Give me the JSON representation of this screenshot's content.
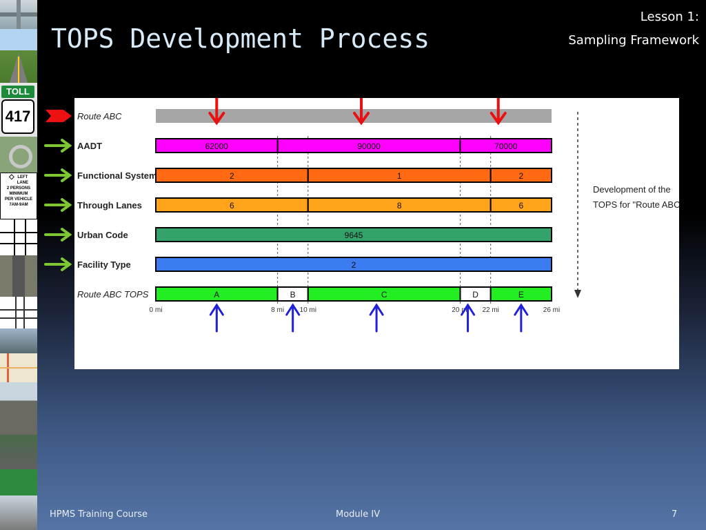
{
  "header": {
    "title": "TOPS Development Process",
    "lesson": "Lesson 1:",
    "subtitle": "Sampling Framework"
  },
  "sidebar": {
    "toll_sign": "TOLL",
    "route_number": "417",
    "lane_sign": [
      "LEFT",
      "LANE",
      "2 PERSONS",
      "MINIMUM",
      "PER VEHICLE",
      "7AM-9AM"
    ]
  },
  "diagram": {
    "axis_ticks": [
      {
        "mi": 0,
        "label": "0 mi"
      },
      {
        "mi": 8,
        "label": "8 mi"
      },
      {
        "mi": 10,
        "label": "10 mi"
      },
      {
        "mi": 20,
        "label": "20 mi"
      },
      {
        "mi": 22,
        "label": "22 mi"
      },
      {
        "mi": 26,
        "label": "26 mi"
      }
    ],
    "rows": [
      {
        "name": "route-abc",
        "label": "Route ABC",
        "italic": true,
        "bold": false,
        "color": "#a6a6a6",
        "marker": "red",
        "segments": [
          {
            "from": 0,
            "to": 26,
            "text": ""
          }
        ]
      },
      {
        "name": "aadt",
        "label": "AADT",
        "italic": false,
        "bold": true,
        "color": "#ff00ff",
        "marker": "green",
        "segments": [
          {
            "from": 0,
            "to": 8,
            "text": "62000"
          },
          {
            "from": 8,
            "to": 20,
            "text": "90000"
          },
          {
            "from": 20,
            "to": 26,
            "text": "70000"
          }
        ]
      },
      {
        "name": "functional-system",
        "label": "Functional System",
        "italic": false,
        "bold": true,
        "color": "#ff6a13",
        "marker": "green",
        "segments": [
          {
            "from": 0,
            "to": 10,
            "text": "2"
          },
          {
            "from": 10,
            "to": 22,
            "text": "1"
          },
          {
            "from": 22,
            "to": 26,
            "text": "2"
          }
        ]
      },
      {
        "name": "through-lanes",
        "label": "Through Lanes",
        "italic": false,
        "bold": true,
        "color": "#ffa31a",
        "marker": "green",
        "segments": [
          {
            "from": 0,
            "to": 10,
            "text": "6"
          },
          {
            "from": 10,
            "to": 22,
            "text": "8"
          },
          {
            "from": 22,
            "to": 26,
            "text": "6"
          }
        ]
      },
      {
        "name": "urban-code",
        "label": "Urban Code",
        "italic": false,
        "bold": true,
        "color": "#33a36b",
        "marker": "green",
        "segments": [
          {
            "from": 0,
            "to": 26,
            "text": "9645"
          }
        ]
      },
      {
        "name": "facility-type",
        "label": "Facility Type",
        "italic": false,
        "bold": true,
        "color": "#3b7cf0",
        "marker": "green",
        "segments": [
          {
            "from": 0,
            "to": 26,
            "text": "2"
          }
        ]
      },
      {
        "name": "route-abc-tops",
        "label": "Route ABC TOPS",
        "italic": true,
        "bold": false,
        "color": "#22ee22",
        "marker": "none",
        "segments": [
          {
            "from": 0,
            "to": 8,
            "text": "A",
            "color": "#22ee22"
          },
          {
            "from": 8,
            "to": 10,
            "text": "B",
            "color": "#ffffff"
          },
          {
            "from": 10,
            "to": 20,
            "text": "C",
            "color": "#22ee22"
          },
          {
            "from": 20,
            "to": 22,
            "text": "D",
            "color": "#ffffff"
          },
          {
            "from": 22,
            "to": 26,
            "text": "E",
            "color": "#22ee22"
          }
        ]
      }
    ],
    "red_arrows_mi": [
      4,
      13.5,
      22.5
    ],
    "blue_arrows_mi": [
      4,
      9,
      14.5,
      20.5,
      24
    ],
    "note": [
      "Development of the",
      "TOPS for \"Route ABC\""
    ]
  },
  "footer": {
    "course": "HPMS Training Course",
    "module": "Module IV",
    "page": "7"
  }
}
